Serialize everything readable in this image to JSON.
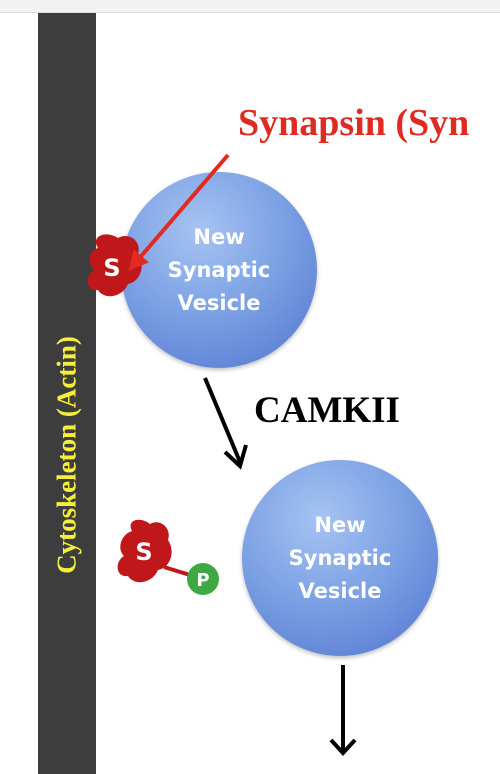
{
  "title": "Synapsin (Syn",
  "cytoskeleton_label": "Cytoskeleton (Actin)",
  "enzyme_label": "CAMKII",
  "vesicles": [
    {
      "line1": "New",
      "line2": "Synaptic",
      "line3": "Vesicle"
    },
    {
      "line1": "New",
      "line2": "Synaptic",
      "line3": "Vesicle"
    }
  ],
  "synapsin_label": "S",
  "phosphate_label": "P",
  "colors": {
    "title": "#e02a22",
    "cytoskeleton": "#3d3d3d",
    "cytoskeleton_label": "#f5ee3a",
    "synapsin": "#c0171b",
    "phosphate": "#3fa844",
    "vesicle": "#7da2e4"
  }
}
